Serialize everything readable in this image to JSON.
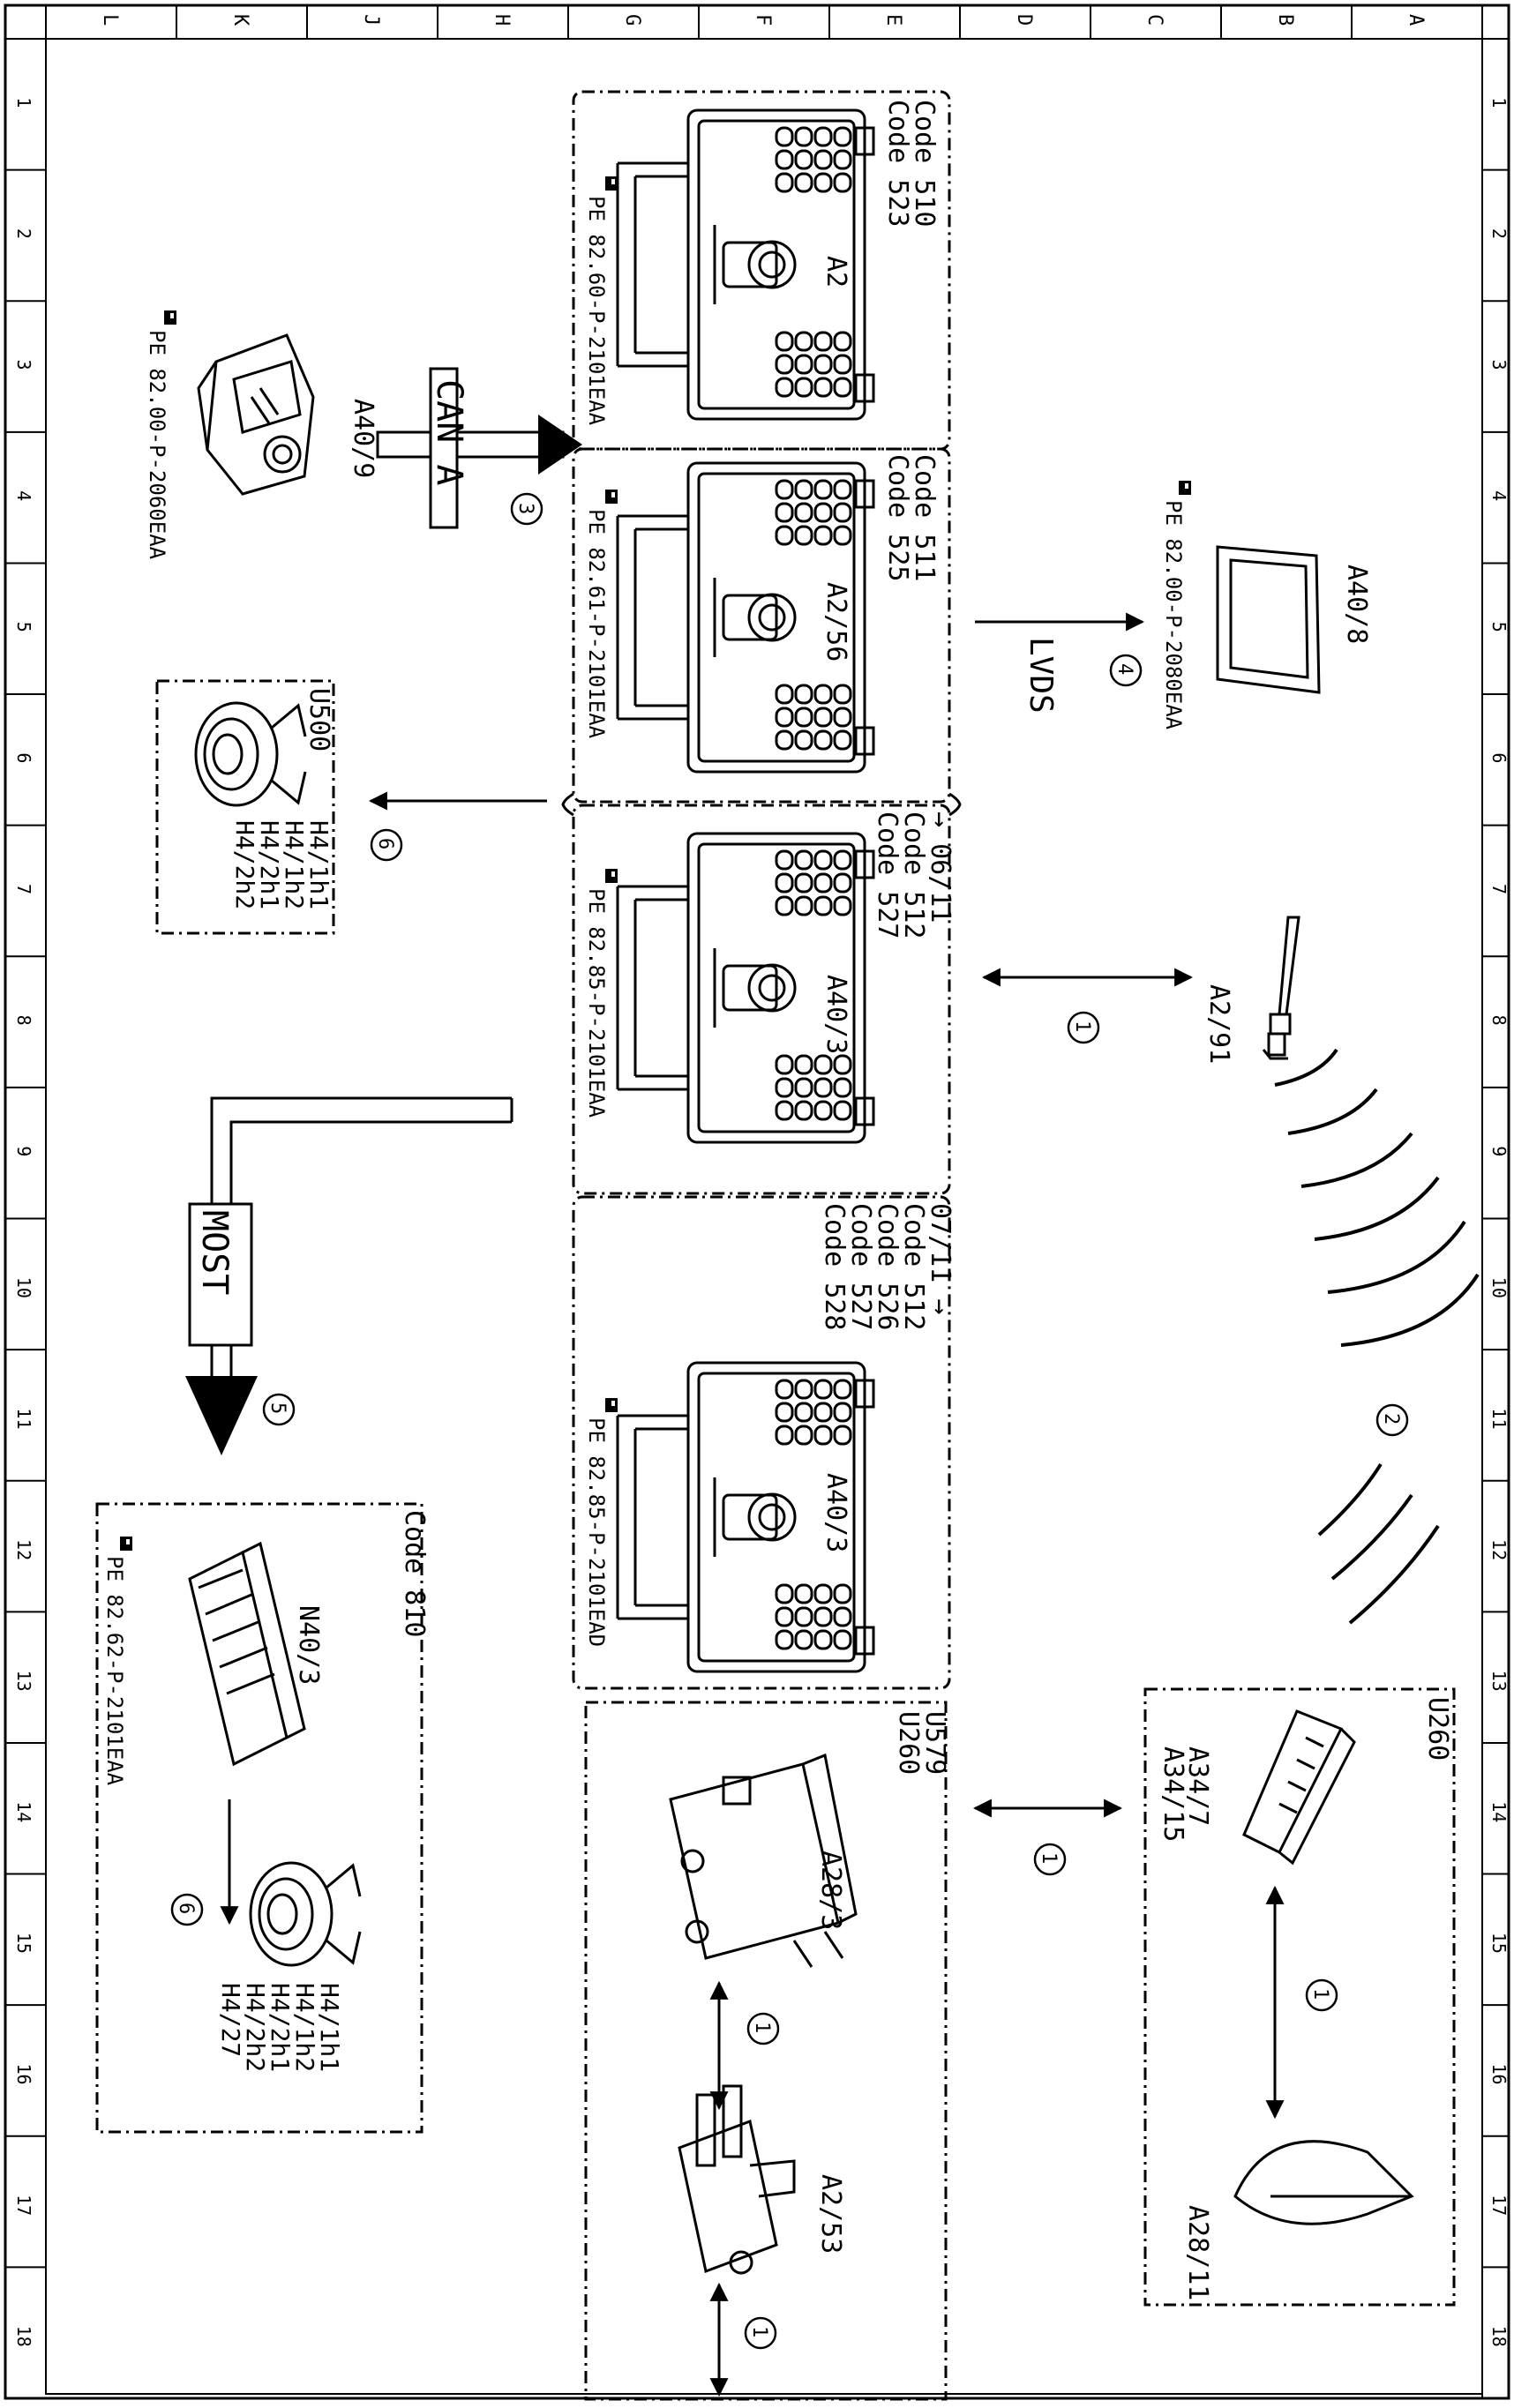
{
  "frame": {
    "top_letters": [
      "L",
      "K",
      "J",
      "H",
      "G",
      "F",
      "E",
      "D",
      "C",
      "B",
      "A"
    ],
    "side_numbers": [
      "1",
      "2",
      "3",
      "4",
      "5",
      "6",
      "7",
      "8",
      "9",
      "10",
      "11",
      "12",
      "13",
      "14",
      "15",
      "16",
      "17",
      "18"
    ]
  },
  "units": {
    "A2": {
      "codes": [
        "Code 510",
        "Code 523"
      ],
      "label": "A2",
      "ref": "PE 82.60-P-2101EAA"
    },
    "A2_56": {
      "codes": [
        "Code 511",
        "Code 525"
      ],
      "label": "A2/56",
      "ref": "PE 82.61-P-2101EAA"
    },
    "A40_3a": {
      "codes": [
        "→ 06/11",
        "Code 512",
        "Code 527"
      ],
      "label": "A40/3",
      "ref": "PE 82.85-P-2101EAA"
    },
    "A40_3b": {
      "codes": [
        "07/11 →",
        "Code 512",
        "Code 526",
        "Code 527",
        "Code 528"
      ],
      "label": "A40/3",
      "ref": "PE 82.85-P-2101EAD"
    }
  },
  "components": {
    "a40_9": {
      "label": "A40/9",
      "ref": "PE 82.00-P-2060EAA"
    },
    "a40_8": {
      "label": "A40/8",
      "ref": "PE 82.00-P-2080EAA"
    },
    "a2_91": {
      "label": "A2/91"
    },
    "u500": {
      "code": "U500",
      "speakers": [
        "H4/1h1",
        "H4/1h2",
        "H4/2h1",
        "H4/2h2"
      ]
    },
    "n40_3": {
      "code": "Code 810",
      "label": "N40/3",
      "ref": "PE 82.62-P-2101EAA",
      "speakers": [
        "H4/1h1",
        "H4/1h2",
        "H4/2h1",
        "H4/2h2",
        "H4/27"
      ]
    },
    "u579": {
      "codes": [
        "U579",
        "U260"
      ],
      "a28_3": "A28/3",
      "a2_53": "A2/53"
    },
    "u260": {
      "code": "U260",
      "labels": [
        "A34/7",
        "A34/15"
      ],
      "a28_11": "A28/11"
    }
  },
  "connections": {
    "can": "CAN A",
    "most": "MOST",
    "lvds": "LVDS",
    "n1": "1",
    "n2": "2",
    "n3": "3",
    "n4": "4",
    "n5": "5",
    "n6": "6"
  }
}
